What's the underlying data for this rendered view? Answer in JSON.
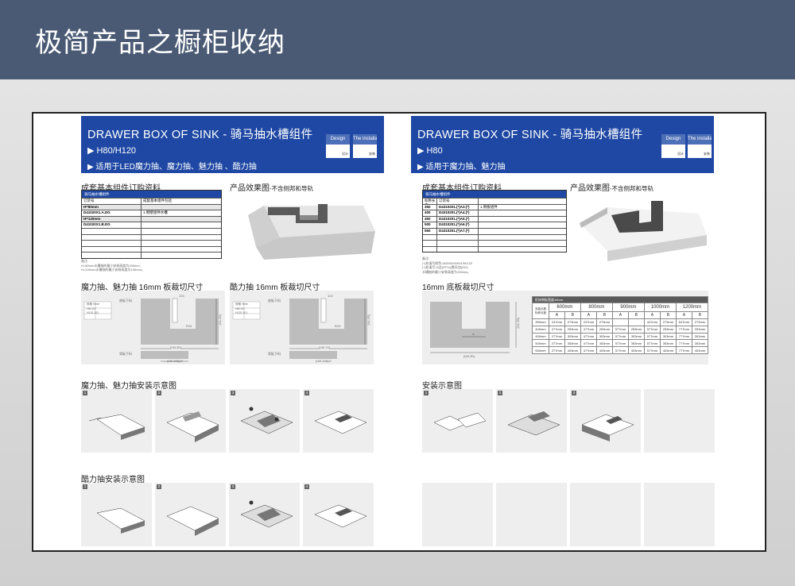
{
  "header": {
    "title": "极简产品之橱柜收纳"
  },
  "badge": {
    "design": "Design",
    "design_sub": "设计",
    "install": "The installation",
    "install_sub": "安装"
  },
  "left": {
    "banner": {
      "title": "DRAWER BOX OF SINK - 骑马抽水槽组件",
      "line2": "▶ H80/H120",
      "line3": "▶ 适用于LED魔力抽、魔力抽、魅力抽 、酷力抽"
    },
    "order": {
      "title": "成套基本组件订购资料",
      "table_title": "骑马抽水槽组件",
      "col1": "订货号",
      "col2": "成套基本组件包括",
      "rows": [
        {
          "a": "H=80mm",
          "b": ""
        },
        {
          "a": "D41020X1.A.DG",
          "b": "1.侧壁组件水槽"
        },
        {
          "a": "H=120mm",
          "b": ""
        },
        {
          "a": "D41020X1.B.DG",
          "b": ""
        },
        {
          "a": "",
          "b": ""
        },
        {
          "a": "",
          "b": ""
        },
        {
          "a": "",
          "b": ""
        },
        {
          "a": "",
          "b": ""
        },
        {
          "a": "",
          "b": ""
        }
      ],
      "notes": [
        "备注:",
        "H=80mm水槽抽的最小安装高度为155mm;",
        "H=120mm水槽抽的最小安装高度为195mm。"
      ]
    },
    "effect": {
      "title": "产品效果图",
      "sub": "-不含侧邦和导轨"
    },
    "cut1": {
      "title": "魔力抽、魅力抽 16mm 板裁切尺寸"
    },
    "cut2": {
      "title": "酷力抽 16mm 板裁切尺寸"
    },
    "mini1": {
      "h": "规格",
      "v": "Hmm",
      "rows": [
        [
          "H80",
          "63"
        ],
        [
          "H120",
          "101"
        ]
      ],
      "label1": "底板下料",
      "label2": "背板下料",
      "dim_top": "124",
      "dim_bot": "(LW-30)",
      "dim_side": "(NL-35)",
      "dim_mid": "R10",
      "dim_small": "(LW-158)/2"
    },
    "mini2": {
      "h": "规格",
      "v": "Hmm",
      "rows": [
        [
          "H80",
          "63"
        ],
        [
          "H120",
          "101"
        ]
      ],
      "label1": "底板下料",
      "label2": "背板下料",
      "dim_top": "124",
      "dim_bot": "(LW-74)",
      "dim_side": "(NL-35)",
      "dim_mid": "R10",
      "dim_small": "(LW-158)/2"
    },
    "install1": {
      "title": "魔力抽、魅力抽安装示意图",
      "steps": [
        "1",
        "2",
        "3",
        "4"
      ]
    },
    "install2": {
      "title": "酷力抽安装示意图",
      "steps": [
        "1",
        "2",
        "3",
        "4"
      ]
    }
  },
  "right": {
    "banner": {
      "title": "DRAWER BOX OF SINK - 骑马抽水槽组件",
      "line2": "▶ H80",
      "line3": "▶ 适用于魔力抽、魅力抽"
    },
    "order": {
      "title": "成套基本组件订购资料",
      "table_title": "骑马抽水槽组件",
      "col1": "标称长度",
      "col2": "订货号",
      "rows": [
        {
          "a": "350",
          "b": "D4310201.(*)A3.(*)",
          "c": "1.侧板组件"
        },
        {
          "a": "400",
          "b": "D4310201.(*)A4.(*)",
          "c": ""
        },
        {
          "a": "450",
          "b": "D4310201.(*)A5.(*)",
          "c": ""
        },
        {
          "a": "500",
          "b": "D4310201.(*)A6.(*)",
          "c": ""
        },
        {
          "a": "550",
          "b": "D4310201.(*)A7.(*)",
          "c": ""
        },
        {
          "a": "",
          "b": "",
          "c": ""
        },
        {
          "a": "",
          "b": "",
          "c": ""
        },
        {
          "a": "",
          "b": "",
          "c": ""
        },
        {
          "a": "",
          "b": "",
          "c": ""
        }
      ],
      "notes": [
        "备注:",
        "(*)处填写颜色:060/050/095/106/120",
        "(*)处填写:2(含)/RTU(需另加)/DG;",
        "水槽抽的最小安装高度为155mm。"
      ]
    },
    "effect": {
      "title": "产品效果图",
      "sub": "-不含侧邦和导轨"
    },
    "cut": {
      "title": "16mm 底板裁切尺寸",
      "dim_side": "(NL-35)",
      "dim_bot": "(LW-30)",
      "dim_a": "A"
    },
    "cut_table": {
      "title": "柜体侧板宽度18mm",
      "corner": "安装长度",
      "corner2": "标称长度",
      "widths": [
        "600mm",
        "800mm",
        "900mm",
        "1000mm",
        "1200mm"
      ],
      "ab": [
        "A",
        "B",
        "A",
        "B",
        "A",
        "B",
        "A",
        "B",
        "A",
        "B"
      ],
      "rows": [
        [
          "350mm",
          "247mm",
          "273mm",
          "247mm",
          "273mm",
          "",
          "",
          "447mm",
          "273mm",
          "647mm",
          "273mm"
        ],
        [
          "400mm",
          "277mm",
          "253mm",
          "477mm",
          "253mm",
          "577mm",
          "253mm",
          "577mm",
          "253mm",
          "777mm",
          "253mm"
        ],
        [
          "450mm",
          "277mm",
          "303mm",
          "477mm",
          "303mm",
          "577mm",
          "303mm",
          "577mm",
          "303mm",
          "777mm",
          "303mm"
        ],
        [
          "500mm",
          "277mm",
          "353mm",
          "477mm",
          "353mm",
          "577mm",
          "353mm",
          "577mm",
          "353mm",
          "777mm",
          "353mm"
        ],
        [
          "550mm",
          "277mm",
          "403mm",
          "477mm",
          "403mm",
          "577mm",
          "403mm",
          "577mm",
          "403mm",
          "777mm",
          "403mm"
        ]
      ]
    },
    "install": {
      "title": "安装示意图",
      "steps": [
        "1",
        "2",
        "3"
      ]
    }
  }
}
